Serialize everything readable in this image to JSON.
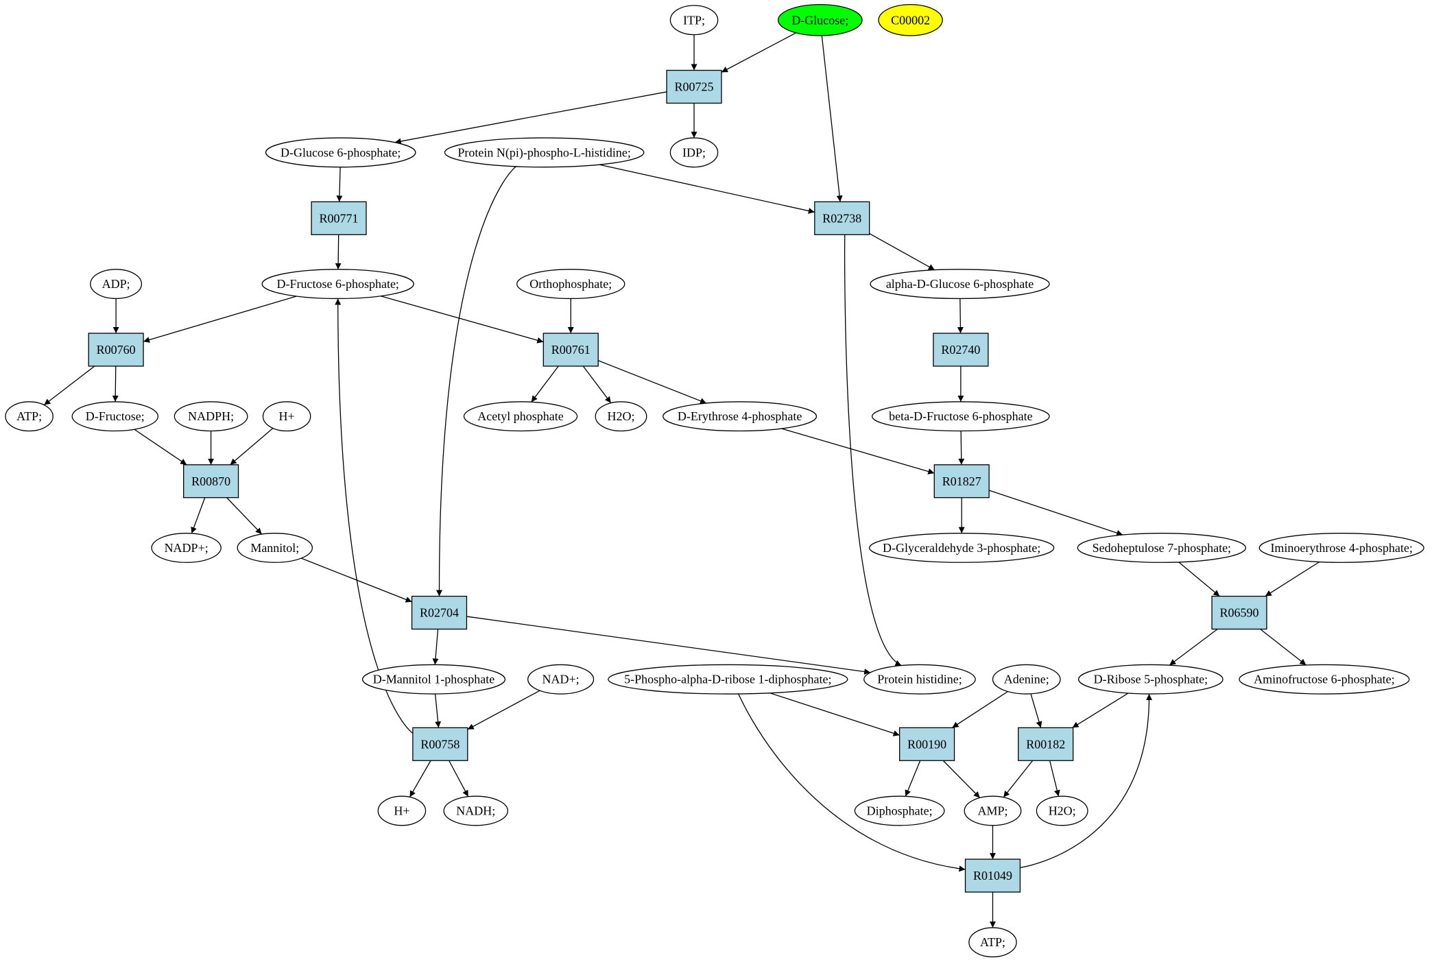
{
  "diagram": {
    "type": "graph",
    "colors": {
      "reaction_fill": "#add8e6",
      "compound_fill": "#ffffff",
      "start_fill": "#00ff00",
      "highlight_fill": "#ffff00",
      "stroke": "#000000"
    },
    "nodes": [
      {
        "id": "itp",
        "label": "ITP;",
        "kind": "compound"
      },
      {
        "id": "dglucose",
        "label": "D-Glucose;",
        "kind": "compound",
        "fill": "#00ff00"
      },
      {
        "id": "c00002",
        "label": "C00002",
        "kind": "compound",
        "fill": "#ffff00"
      },
      {
        "id": "r00725",
        "label": "R00725",
        "kind": "reaction"
      },
      {
        "id": "g6p",
        "label": "D-Glucose 6-phosphate;",
        "kind": "compound"
      },
      {
        "id": "protnpi",
        "label": "Protein N(pi)-phospho-L-histidine;",
        "kind": "compound"
      },
      {
        "id": "idp",
        "label": "IDP;",
        "kind": "compound"
      },
      {
        "id": "r00771",
        "label": "R00771",
        "kind": "reaction"
      },
      {
        "id": "r02738",
        "label": "R02738",
        "kind": "reaction"
      },
      {
        "id": "adp",
        "label": "ADP;",
        "kind": "compound"
      },
      {
        "id": "f6p",
        "label": "D-Fructose 6-phosphate;",
        "kind": "compound"
      },
      {
        "id": "orthop",
        "label": "Orthophosphate;",
        "kind": "compound"
      },
      {
        "id": "ag6p",
        "label": "alpha-D-Glucose 6-phosphate",
        "kind": "compound"
      },
      {
        "id": "r00760",
        "label": "R00760",
        "kind": "reaction"
      },
      {
        "id": "r00761",
        "label": "R00761",
        "kind": "reaction"
      },
      {
        "id": "r02740",
        "label": "R02740",
        "kind": "reaction"
      },
      {
        "id": "atp1",
        "label": "ATP;",
        "kind": "compound"
      },
      {
        "id": "dfructose",
        "label": "D-Fructose;",
        "kind": "compound"
      },
      {
        "id": "nadph",
        "label": "NADPH;",
        "kind": "compound"
      },
      {
        "id": "hplus1",
        "label": "H+",
        "kind": "compound"
      },
      {
        "id": "acetylp",
        "label": "Acetyl phosphate",
        "kind": "compound"
      },
      {
        "id": "h2o1",
        "label": "H2O;",
        "kind": "compound"
      },
      {
        "id": "e4p",
        "label": "D-Erythrose 4-phosphate",
        "kind": "compound"
      },
      {
        "id": "bf6p",
        "label": "beta-D-Fructose 6-phosphate",
        "kind": "compound"
      },
      {
        "id": "r00870",
        "label": "R00870",
        "kind": "reaction"
      },
      {
        "id": "r01827",
        "label": "R01827",
        "kind": "reaction"
      },
      {
        "id": "nadpplus",
        "label": "NADP+;",
        "kind": "compound"
      },
      {
        "id": "mannitol",
        "label": "Mannitol;",
        "kind": "compound"
      },
      {
        "id": "g3p",
        "label": "D-Glyceraldehyde 3-phosphate;",
        "kind": "compound"
      },
      {
        "id": "s7p",
        "label": "Sedoheptulose 7-phosphate;",
        "kind": "compound"
      },
      {
        "id": "ie4p",
        "label": "Iminoerythrose 4-phosphate;",
        "kind": "compound"
      },
      {
        "id": "r02704",
        "label": "R02704",
        "kind": "reaction"
      },
      {
        "id": "r06590",
        "label": "R06590",
        "kind": "reaction"
      },
      {
        "id": "m1p",
        "label": "D-Mannitol 1-phosphate",
        "kind": "compound"
      },
      {
        "id": "nadplus",
        "label": "NAD+;",
        "kind": "compound"
      },
      {
        "id": "prpp",
        "label": "5-Phospho-alpha-D-ribose 1-diphosphate;",
        "kind": "compound"
      },
      {
        "id": "prothis",
        "label": "Protein histidine;",
        "kind": "compound"
      },
      {
        "id": "adenine",
        "label": "Adenine;",
        "kind": "compound"
      },
      {
        "id": "r5p",
        "label": "D-Ribose 5-phosphate;",
        "kind": "compound"
      },
      {
        "id": "af6p",
        "label": "Aminofructose 6-phosphate;",
        "kind": "compound"
      },
      {
        "id": "r00758",
        "label": "R00758",
        "kind": "reaction"
      },
      {
        "id": "r00190",
        "label": "R00190",
        "kind": "reaction"
      },
      {
        "id": "r00182",
        "label": "R00182",
        "kind": "reaction"
      },
      {
        "id": "hplus2",
        "label": "H+",
        "kind": "compound"
      },
      {
        "id": "nadh",
        "label": "NADH;",
        "kind": "compound"
      },
      {
        "id": "diphosphate",
        "label": "Diphosphate;",
        "kind": "compound"
      },
      {
        "id": "amp",
        "label": "AMP;",
        "kind": "compound"
      },
      {
        "id": "h2o2",
        "label": "H2O;",
        "kind": "compound"
      },
      {
        "id": "r01049",
        "label": "R01049",
        "kind": "reaction"
      },
      {
        "id": "atp2",
        "label": "ATP;",
        "kind": "compound"
      }
    ],
    "edges": [
      [
        "itp",
        "r00725"
      ],
      [
        "dglucose",
        "r00725"
      ],
      [
        "r00725",
        "g6p"
      ],
      [
        "r00725",
        "idp"
      ],
      [
        "dglucose",
        "r02738"
      ],
      [
        "protnpi",
        "r02738"
      ],
      [
        "protnpi",
        "r02704"
      ],
      [
        "g6p",
        "r00771"
      ],
      [
        "r00771",
        "f6p"
      ],
      [
        "r02738",
        "ag6p"
      ],
      [
        "r02738",
        "prothis"
      ],
      [
        "adp",
        "r00760"
      ],
      [
        "f6p",
        "r00760"
      ],
      [
        "f6p",
        "r00761"
      ],
      [
        "orthop",
        "r00761"
      ],
      [
        "ag6p",
        "r02740"
      ],
      [
        "r00760",
        "atp1"
      ],
      [
        "r00760",
        "dfructose"
      ],
      [
        "r00761",
        "acetylp"
      ],
      [
        "r00761",
        "h2o1"
      ],
      [
        "r00761",
        "e4p"
      ],
      [
        "r02740",
        "bf6p"
      ],
      [
        "dfructose",
        "r00870"
      ],
      [
        "nadph",
        "r00870"
      ],
      [
        "hplus1",
        "r00870"
      ],
      [
        "e4p",
        "r01827"
      ],
      [
        "bf6p",
        "r01827"
      ],
      [
        "r00870",
        "nadpplus"
      ],
      [
        "r00870",
        "mannitol"
      ],
      [
        "r01827",
        "g3p"
      ],
      [
        "r01827",
        "s7p"
      ],
      [
        "mannitol",
        "r02704"
      ],
      [
        "s7p",
        "r06590"
      ],
      [
        "ie4p",
        "r06590"
      ],
      [
        "r02704",
        "m1p"
      ],
      [
        "r02704",
        "prothis"
      ],
      [
        "r06590",
        "r5p"
      ],
      [
        "r06590",
        "af6p"
      ],
      [
        "m1p",
        "r00758"
      ],
      [
        "nadplus",
        "r00758"
      ],
      [
        "r00758",
        "f6p"
      ],
      [
        "r00758",
        "hplus2"
      ],
      [
        "r00758",
        "nadh"
      ],
      [
        "prpp",
        "r00190"
      ],
      [
        "prpp",
        "r01049"
      ],
      [
        "adenine",
        "r00190"
      ],
      [
        "adenine",
        "r00182"
      ],
      [
        "r5p",
        "r00182"
      ],
      [
        "r00190",
        "diphosphate"
      ],
      [
        "r00190",
        "amp"
      ],
      [
        "r00182",
        "amp"
      ],
      [
        "r00182",
        "h2o2"
      ],
      [
        "amp",
        "r01049"
      ],
      [
        "r01049",
        "r5p"
      ],
      [
        "r01049",
        "atp2"
      ]
    ]
  }
}
